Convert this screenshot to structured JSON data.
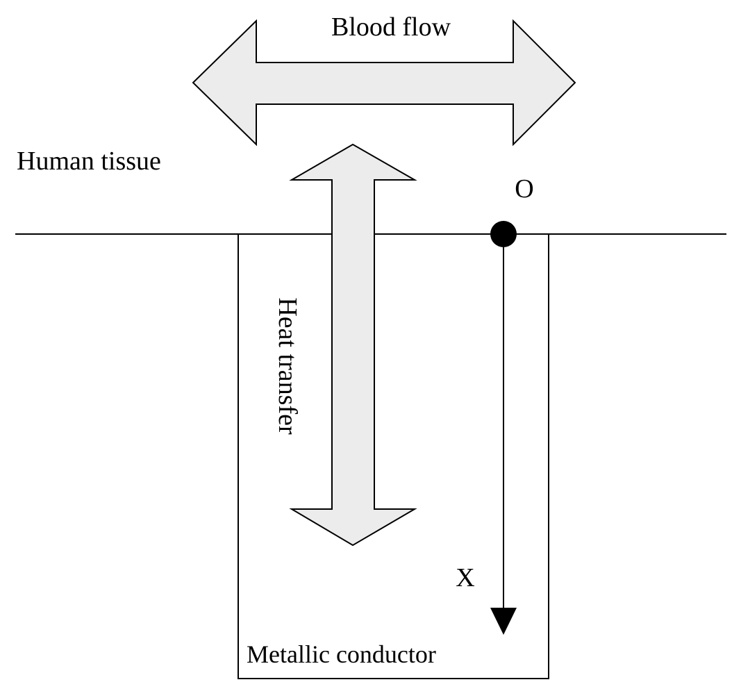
{
  "diagram": {
    "labels": {
      "blood_flow": "Blood flow",
      "human_tissue": "Human tissue",
      "origin": "O",
      "heat_transfer": "Heat transfer",
      "axis_x": "X",
      "metallic_conductor": "Metallic conductor"
    },
    "colors": {
      "arrow_fill": "#ececec",
      "stroke": "#000000",
      "background": "#ffffff"
    }
  }
}
